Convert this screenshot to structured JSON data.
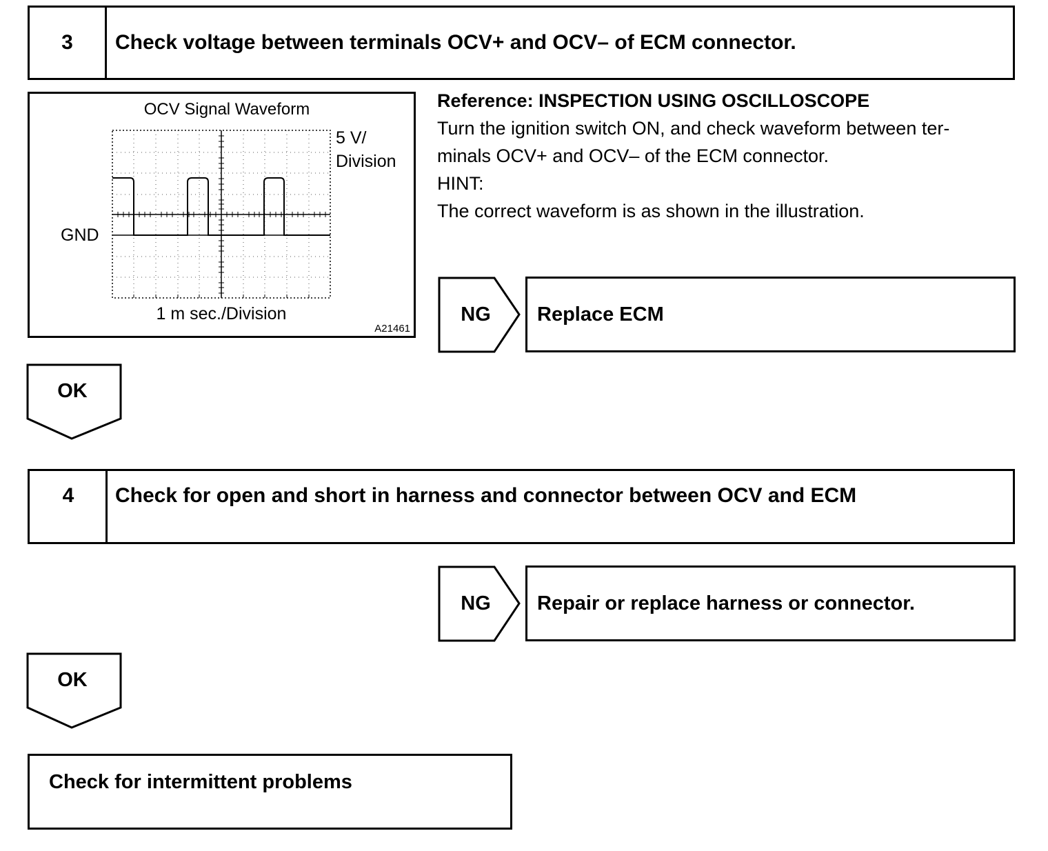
{
  "step3": {
    "number": "3",
    "title": "Check voltage between terminals OCV+ and OCV– of ECM connector."
  },
  "figure": {
    "title": "OCV Signal Waveform",
    "y_scale_line1": "5 V/",
    "y_scale_line2": "Division",
    "gnd_label": "GND",
    "x_scale": "1 m sec./Division",
    "figure_id": "A21461"
  },
  "reference": {
    "heading": "Reference: INSPECTION USING OSCILLOSCOPE",
    "line1": "Turn the ignition switch ON, and check waveform between ter-",
    "line2": "minals OCV+ and OCV– of the ECM connector.",
    "hint_label": "HINT:",
    "hint_text": "The correct waveform is as shown in the illustration."
  },
  "step3_ng": {
    "tag": "NG",
    "action": "Replace ECM"
  },
  "step3_ok": {
    "tag": "OK"
  },
  "step4": {
    "number": "4",
    "title": "Check for open and short in harness and connector between OCV and ECM"
  },
  "step4_ng": {
    "tag": "NG",
    "action": "Repair or replace harness or connector."
  },
  "step4_ok": {
    "tag": "OK"
  },
  "final": {
    "text": "Check for intermittent problems"
  }
}
